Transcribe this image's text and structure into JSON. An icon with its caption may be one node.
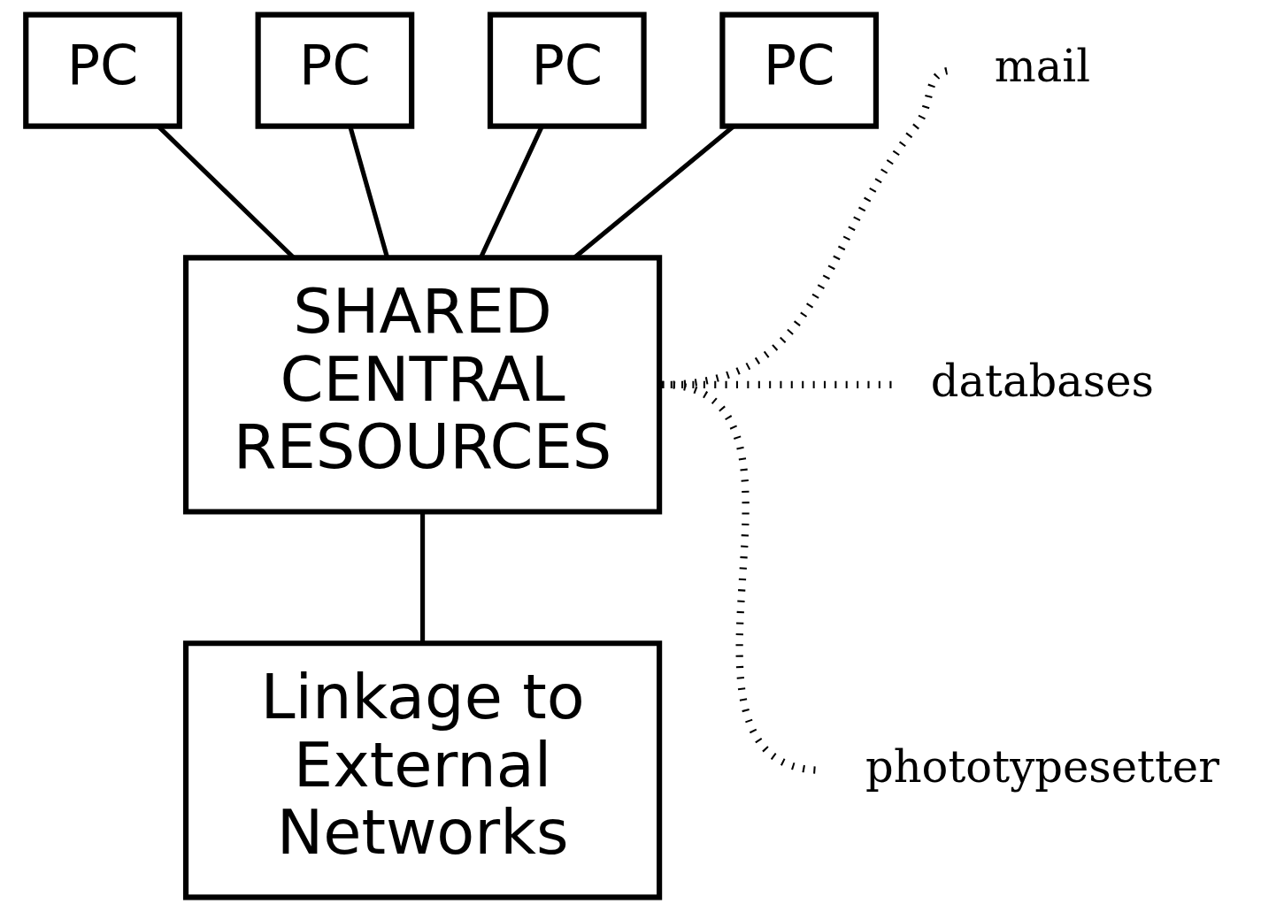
{
  "diagram": {
    "nodes": [
      {
        "text": [
          "PC"
        ]
      },
      {
        "text": [
          "PC"
        ]
      },
      {
        "text": [
          "PC"
        ]
      },
      {
        "text": [
          "PC"
        ]
      },
      {
        "text": [
          "SHARED CENTRAL RESOURCES"
        ]
      },
      {
        "text": [
          "Linkage to External Networks"
        ]
      },
      {
        "text": [
          "mail"
        ]
      },
      {
        "text": [
          "databases"
        ]
      },
      {
        "text": [
          "phototypesetter"
        ]
      }
    ],
    "edges": [
      {
        "from": 0,
        "to": 4,
        "arrow": "none"
      },
      {
        "from": 1,
        "to": 4,
        "arrow": "none"
      },
      {
        "from": 2,
        "to": 4,
        "arrow": "none"
      },
      {
        "from": 3,
        "to": 4,
        "arrow": "none"
      },
      {
        "from": 4,
        "to": 5,
        "arrow": "none"
      },
      {
        "from": 4,
        "to": 6,
        "arrow": "none",
        "style": "dashed"
      },
      {
        "from": 4,
        "to": 7,
        "arrow": "none",
        "style": "dashed"
      },
      {
        "from": 4,
        "to": 8,
        "arrow": "none",
        "style": "dashed"
      }
    ]
  }
}
